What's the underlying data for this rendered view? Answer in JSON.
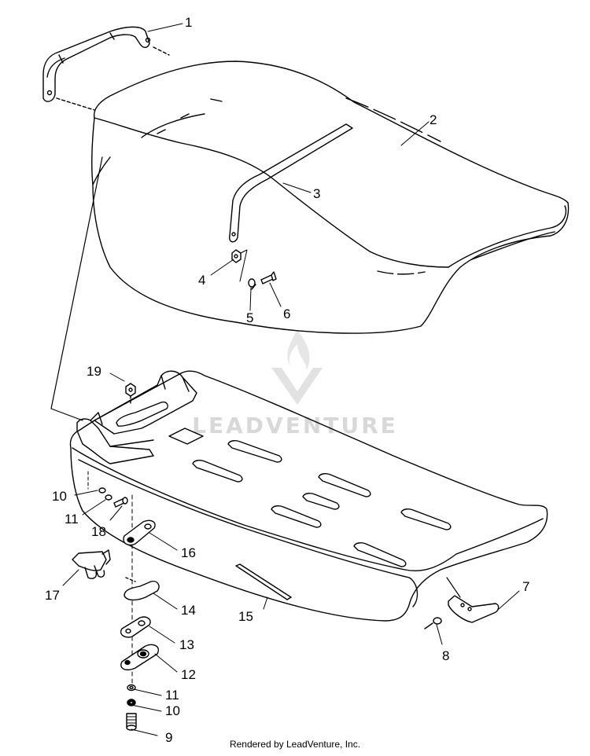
{
  "callouts": [
    "1",
    "2",
    "3",
    "4",
    "5",
    "6",
    "7",
    "8",
    "9",
    "10",
    "11",
    "12",
    "13",
    "14",
    "15",
    "16",
    "17",
    "18",
    "19",
    "10",
    "11"
  ],
  "watermark": {
    "text": "LEADVENTURE",
    "color": "#d8d8d8"
  },
  "footer": {
    "text": "Rendered by LeadVenture, Inc."
  },
  "colors": {
    "line": "#000000",
    "background": "#ffffff"
  }
}
